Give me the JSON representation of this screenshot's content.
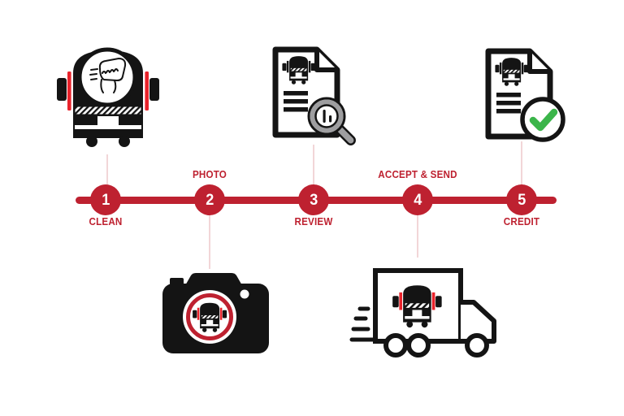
{
  "diagram": {
    "name": "vehicle-return-process-timeline",
    "steps": [
      {
        "number": "1",
        "label": "CLEAN",
        "label_position": "below",
        "icon": "truck-cleaning-icon",
        "icon_position": "above"
      },
      {
        "number": "2",
        "label": "PHOTO",
        "label_position": "above",
        "icon": "camera-truck-icon",
        "icon_position": "below"
      },
      {
        "number": "3",
        "label": "REVIEW",
        "label_position": "below",
        "icon": "document-magnifier-icon",
        "icon_position": "above"
      },
      {
        "number": "4",
        "label": "ACCEPT & SEND",
        "label_position": "above",
        "icon": "delivery-truck-icon",
        "icon_position": "below"
      },
      {
        "number": "5",
        "label": "CREDIT",
        "label_position": "below",
        "icon": "document-approved-icon",
        "icon_position": "above"
      }
    ],
    "colors": {
      "timeline_red": "#BE2130",
      "accent_red": "#E8232B",
      "connector_pink": "#F2D6D8",
      "check_green": "#3BB54A",
      "icon_black": "#141414",
      "magnifier_gray": "#9E9EA0",
      "background": "#FFFFFF"
    }
  }
}
